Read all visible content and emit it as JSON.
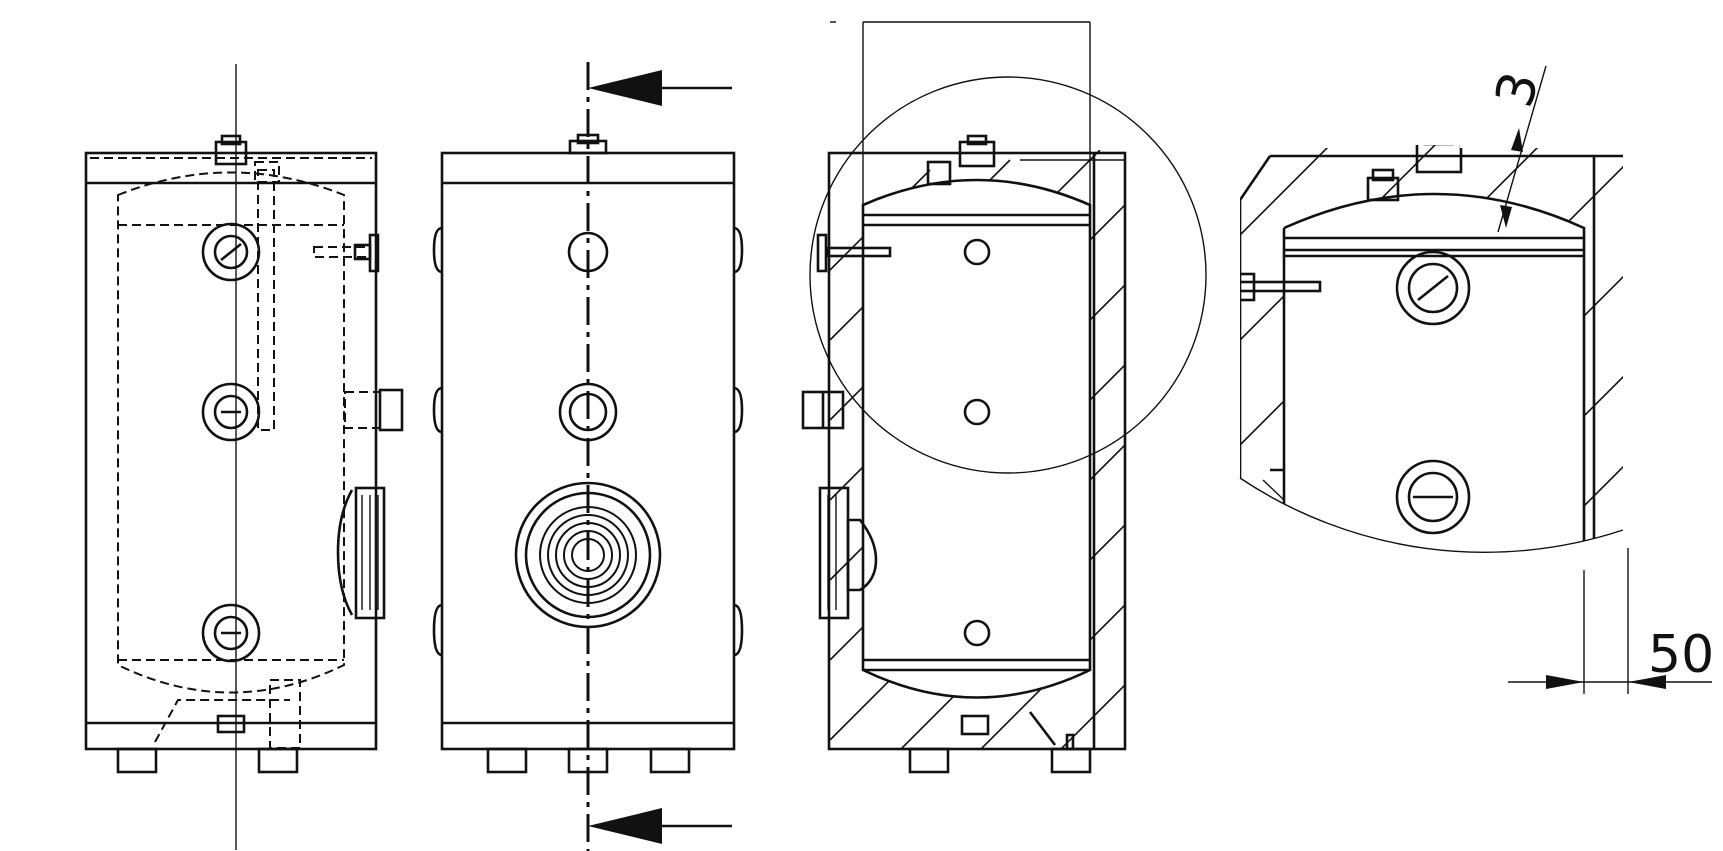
{
  "views": [
    {
      "id": "front-hidden",
      "kind": "front view with hidden lines"
    },
    {
      "id": "side-section",
      "kind": "side view with section line"
    },
    {
      "id": "section",
      "kind": "sectional view"
    },
    {
      "id": "detail",
      "kind": "detail view"
    }
  ],
  "dimensions": {
    "insulation_thickness": "50",
    "wall_thickness": "3"
  },
  "colors": {
    "line": "#111111",
    "background": "#ffffff"
  }
}
